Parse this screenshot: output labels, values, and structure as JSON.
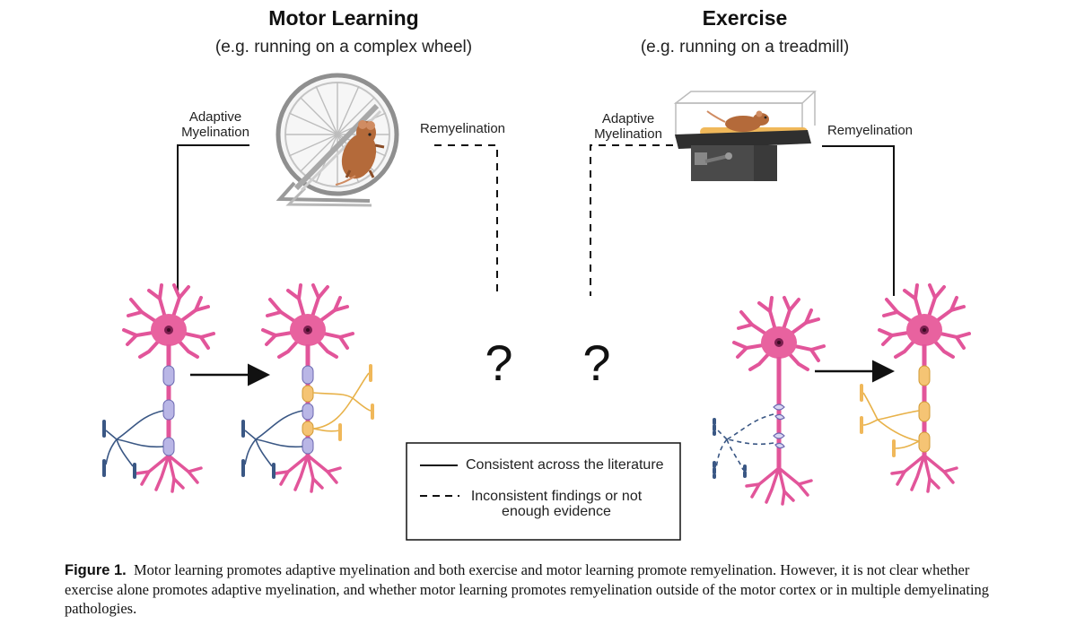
{
  "left": {
    "title": "Motor Learning",
    "subtitle": "(e.g. running on a complex wheel)",
    "adaptive_label_1": "Adaptive",
    "adaptive_label_2": "Myelination",
    "remyelination_label": "Remyelination"
  },
  "right": {
    "title": "Exercise",
    "subtitle": "(e.g. running on a treadmill)",
    "adaptive_label_1": "Adaptive",
    "adaptive_label_2": "Myelination",
    "remyelination_label": "Remyelination"
  },
  "question_marks": [
    "?",
    "?"
  ],
  "legend": {
    "solid": "Consistent across the literature",
    "dashed_line1": "Inconsistent findings or not",
    "dashed_line2": "enough evidence"
  },
  "caption": {
    "label": "Figure 1.",
    "text": "Motor learning promotes adaptive myelination and both exercise and motor learning promote remyelination. However, it is not clear whether exercise alone promotes adaptive myelination, and whether motor learning promotes remyelination outside of the motor cortex or in multiple demyelinating pathologies."
  },
  "colors": {
    "neuron": "#e2559a",
    "neuron_soma": "#e8629f",
    "nucleus": "#7a1f4f",
    "myelin_blue": "#b9b6e6",
    "myelin_orange": "#f5c474",
    "process_blue": "#3a5784",
    "process_orange": "#e8b24a",
    "mouse": "#b46a3a",
    "wheel": "#9a9a9a",
    "treadmill": "#3a3a3a"
  }
}
